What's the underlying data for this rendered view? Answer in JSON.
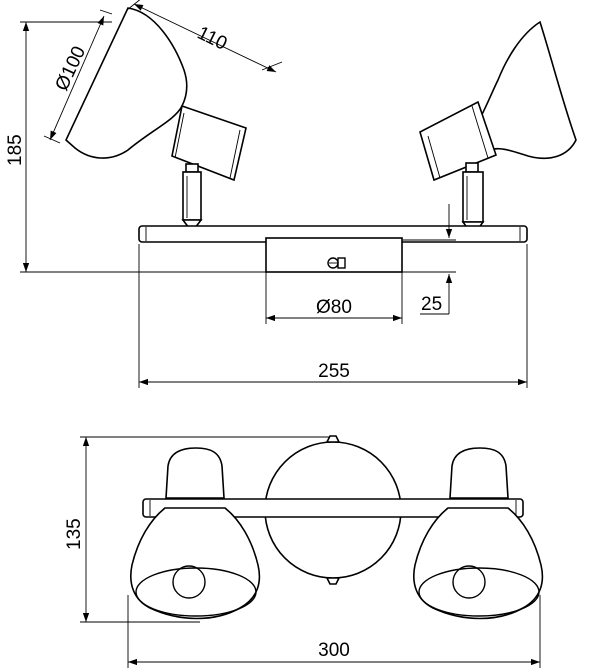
{
  "side_view": {
    "dimensions": {
      "shade_length": "110",
      "shade_diameter": "Ø100",
      "total_height": "185",
      "base_diameter": "Ø80",
      "base_depth": "25",
      "bar_length": "255"
    }
  },
  "top_view": {
    "dimensions": {
      "depth": "135",
      "total_width": "300"
    }
  },
  "colors": {
    "line": "#000000",
    "background": "#ffffff"
  }
}
